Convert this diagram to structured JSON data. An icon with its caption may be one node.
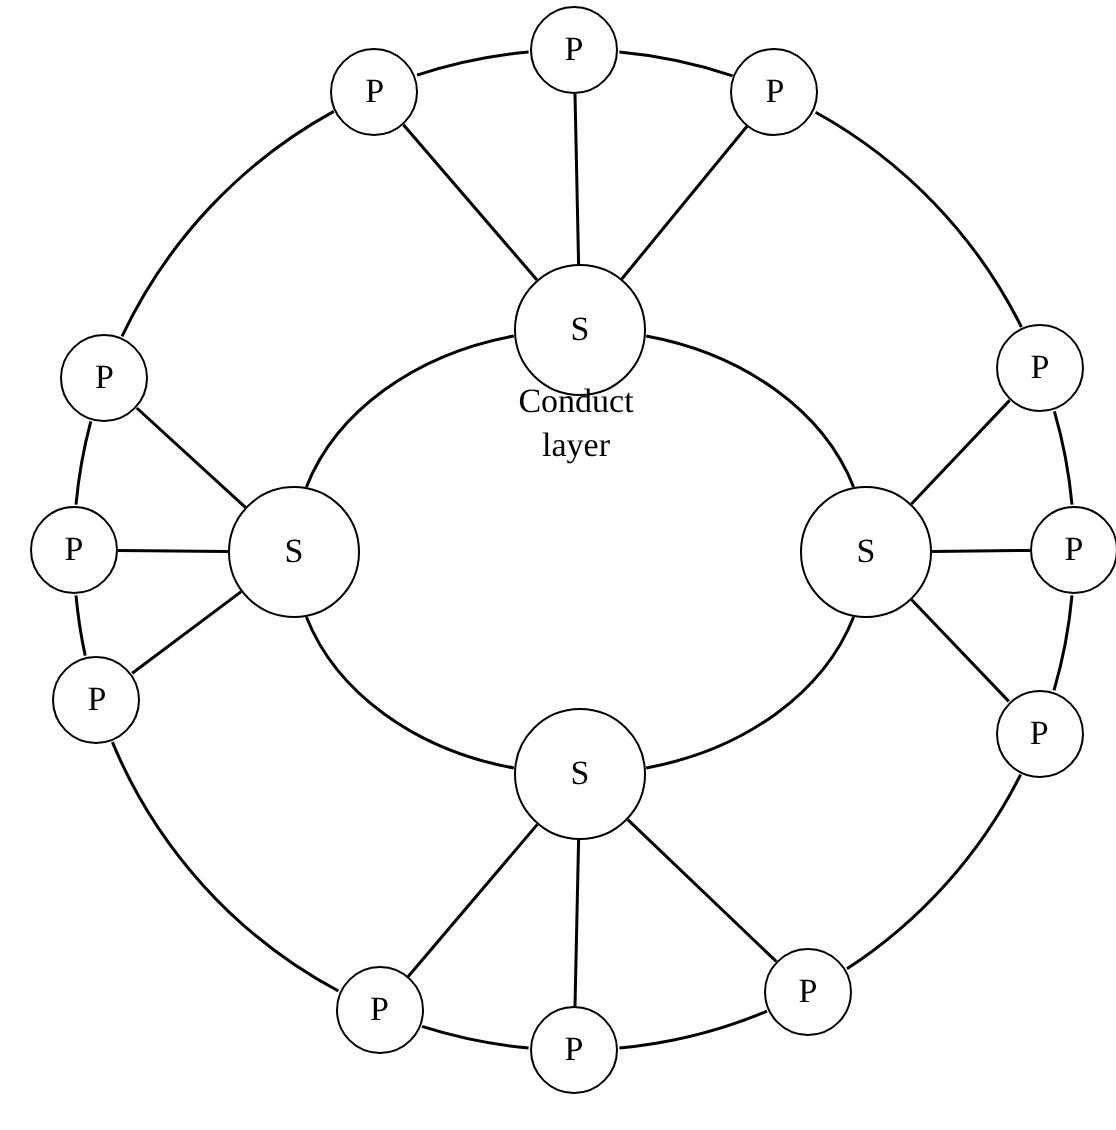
{
  "diagram": {
    "nodes": [
      {
        "text": [
          "P"
        ]
      },
      {
        "text": [
          "P"
        ]
      },
      {
        "text": [
          "P"
        ]
      },
      {
        "text": [
          "S"
        ]
      },
      {
        "text": [
          "P"
        ]
      },
      {
        "text": [
          "P"
        ]
      },
      {
        "text": [
          "P"
        ]
      },
      {
        "text": [
          "S"
        ]
      },
      {
        "text": [
          "S"
        ]
      },
      {
        "text": [
          "P"
        ]
      },
      {
        "text": [
          "P"
        ]
      },
      {
        "text": [
          "P"
        ]
      },
      {
        "text": [
          "S"
        ]
      },
      {
        "text": [
          "P"
        ]
      },
      {
        "text": [
          "P"
        ]
      },
      {
        "text": [
          "P"
        ]
      }
    ],
    "edges": [
      {
        "from": 3,
        "to": 1,
        "arrow": "none"
      },
      {
        "from": 3,
        "to": 0,
        "arrow": "none"
      },
      {
        "from": 3,
        "to": 2,
        "arrow": "none"
      },
      {
        "from": 7,
        "to": 4,
        "arrow": "none"
      },
      {
        "from": 7,
        "to": 6,
        "arrow": "none"
      },
      {
        "from": 7,
        "to": 10,
        "arrow": "none"
      },
      {
        "from": 8,
        "to": 5,
        "arrow": "none"
      },
      {
        "from": 8,
        "to": 9,
        "arrow": "none"
      },
      {
        "from": 8,
        "to": 11,
        "arrow": "none"
      },
      {
        "from": 12,
        "to": 13,
        "arrow": "none"
      },
      {
        "from": 12,
        "to": 15,
        "arrow": "none"
      },
      {
        "from": 12,
        "to": 14,
        "arrow": "none"
      },
      {
        "from": 3,
        "to": 8,
        "arrow": "none"
      },
      {
        "from": 8,
        "to": 12,
        "arrow": "none"
      },
      {
        "from": 12,
        "to": 7,
        "arrow": "none"
      },
      {
        "from": 7,
        "to": 3,
        "arrow": "none"
      },
      {
        "from": 0,
        "to": 2,
        "arrow": "none"
      },
      {
        "from": 2,
        "to": 5,
        "arrow": "none"
      },
      {
        "from": 5,
        "to": 9,
        "arrow": "none"
      },
      {
        "from": 9,
        "to": 11,
        "arrow": "none"
      },
      {
        "from": 11,
        "to": 14,
        "arrow": "none"
      },
      {
        "from": 14,
        "to": 15,
        "arrow": "none"
      },
      {
        "from": 15,
        "to": 13,
        "arrow": "none"
      },
      {
        "from": 13,
        "to": 10,
        "arrow": "none"
      },
      {
        "from": 10,
        "to": 6,
        "arrow": "none"
      },
      {
        "from": 6,
        "to": 4,
        "arrow": "none"
      },
      {
        "from": 4,
        "to": 1,
        "arrow": "none"
      },
      {
        "from": 1,
        "to": 0,
        "arrow": "none"
      }
    ],
    "labels": [
      "Conduct layer"
    ]
  }
}
